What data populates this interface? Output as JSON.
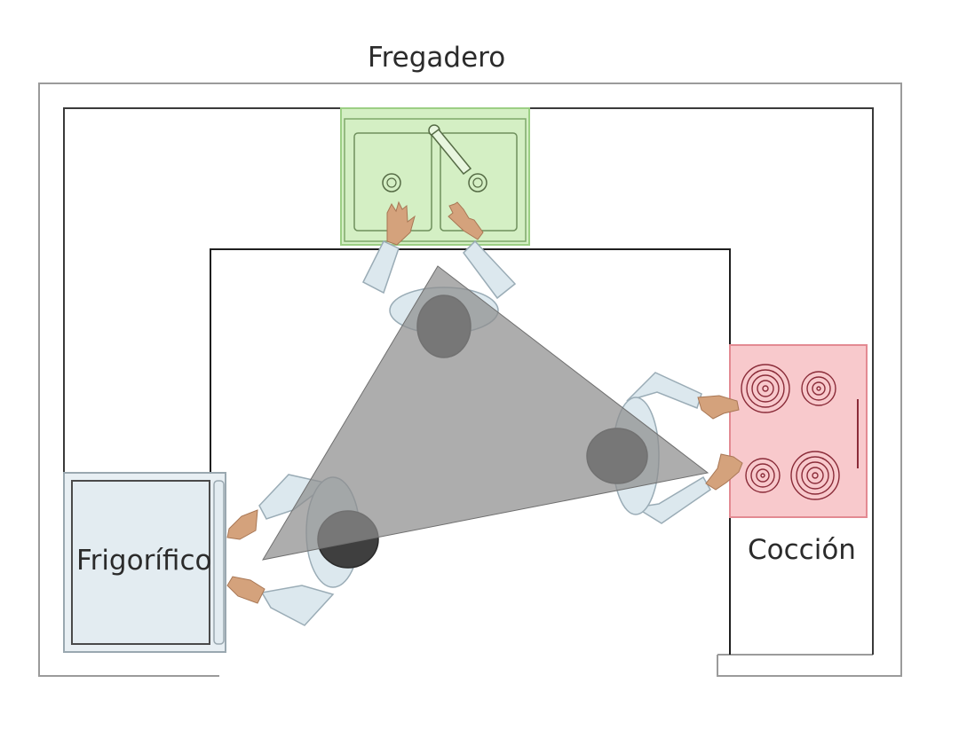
{
  "labels": {
    "sink": "Fregadero",
    "fridge": "Frigorífico",
    "cooking": "Cocción"
  },
  "colors": {
    "sink_fill": "#d4efc4",
    "sink_stroke": "#9ccf84",
    "fridge_fill": "#e3ecf1",
    "cooktop_fill": "#f8c9cc",
    "cooktop_stroke": "#e38a92",
    "triangle_fill": "#8e8e8e",
    "burner_stroke": "#8a2b38",
    "shirt_fill": "#dce8ee",
    "hair_fill": "#3f3f3f",
    "skin_fill": "#d4a27c"
  }
}
